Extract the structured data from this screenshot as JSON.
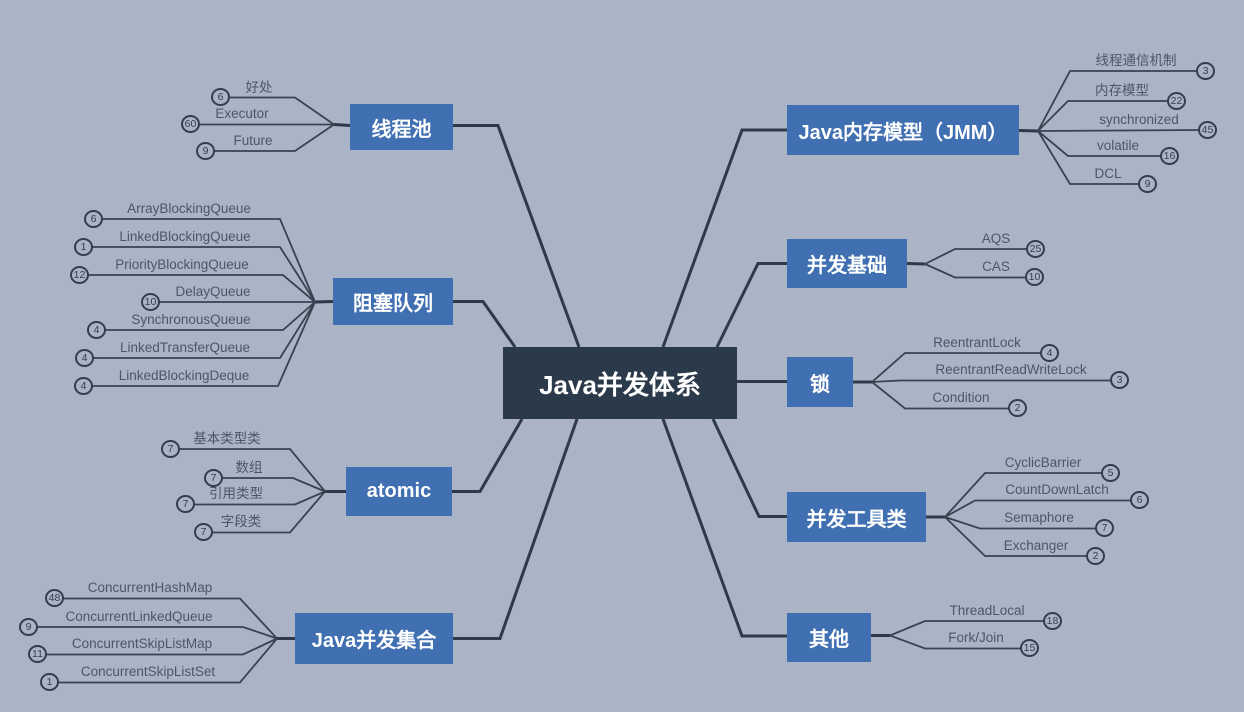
{
  "title": "Java并发体系",
  "colors": {
    "background": "#aab4c6",
    "branch_box": "#4070b2",
    "center_box": "#2b3a4b",
    "line": "#2d3a4a",
    "leaf_text": "#4c5666"
  },
  "center": {
    "label": "Java并发体系"
  },
  "left_branches": [
    {
      "label": "线程池",
      "children": [
        {
          "label": "好处",
          "count": "6"
        },
        {
          "label": "Executor",
          "count": "60"
        },
        {
          "label": "Future",
          "count": "9"
        }
      ]
    },
    {
      "label": "阻塞队列",
      "children": [
        {
          "label": "ArrayBlockingQueue",
          "count": "6"
        },
        {
          "label": "LinkedBlockingQueue",
          "count": "1"
        },
        {
          "label": "PriorityBlockingQueue",
          "count": "12"
        },
        {
          "label": "DelayQueue",
          "count": "10"
        },
        {
          "label": "SynchronousQueue",
          "count": "4"
        },
        {
          "label": "LinkedTransferQueue",
          "count": "4"
        },
        {
          "label": "LinkedBlockingDeque",
          "count": "4"
        }
      ]
    },
    {
      "label": "atomic",
      "children": [
        {
          "label": "基本类型类",
          "count": "7"
        },
        {
          "label": "数组",
          "count": "7"
        },
        {
          "label": "引用类型",
          "count": "7"
        },
        {
          "label": "字段类",
          "count": "7"
        }
      ]
    },
    {
      "label": "Java并发集合",
      "children": [
        {
          "label": "ConcurrentHashMap",
          "count": "48"
        },
        {
          "label": "ConcurrentLinkedQueue",
          "count": "9"
        },
        {
          "label": "ConcurrentSkipListMap",
          "count": "11"
        },
        {
          "label": "ConcurrentSkipListSet",
          "count": "1"
        }
      ]
    }
  ],
  "right_branches": [
    {
      "label": "Java内存模型（JMM）",
      "children": [
        {
          "label": "线程通信机制",
          "count": "3"
        },
        {
          "label": "内存模型",
          "count": "22"
        },
        {
          "label": "synchronized",
          "count": "45"
        },
        {
          "label": "volatile",
          "count": "16"
        },
        {
          "label": "DCL",
          "count": "9"
        }
      ]
    },
    {
      "label": "并发基础",
      "children": [
        {
          "label": "AQS",
          "count": "25"
        },
        {
          "label": "CAS",
          "count": "10"
        }
      ]
    },
    {
      "label": "锁",
      "children": [
        {
          "label": "ReentrantLock",
          "count": "4"
        },
        {
          "label": "ReentrantReadWriteLock",
          "count": "3"
        },
        {
          "label": "Condition",
          "count": "2"
        }
      ]
    },
    {
      "label": "并发工具类",
      "children": [
        {
          "label": "CyclicBarrier",
          "count": "5"
        },
        {
          "label": "CountDownLatch",
          "count": "6"
        },
        {
          "label": "Semaphore",
          "count": "7"
        },
        {
          "label": "Exchanger",
          "count": "2"
        }
      ]
    },
    {
      "label": "其他",
      "children": [
        {
          "label": "ThreadLocal",
          "count": "18"
        },
        {
          "label": "Fork/Join",
          "count": "15"
        }
      ]
    }
  ]
}
